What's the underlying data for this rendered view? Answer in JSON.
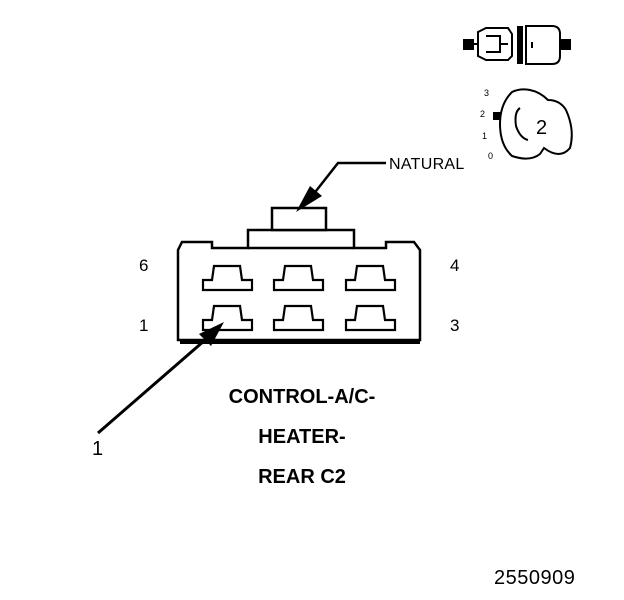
{
  "labels": {
    "natural": "NATURAL",
    "callout_1": "1",
    "figure_number": "2550909"
  },
  "pins": {
    "top_left": "6",
    "top_right": "4",
    "bottom_left": "1",
    "bottom_right": "3"
  },
  "title_lines": [
    "CONTROL-A/C-",
    "HEATER-",
    "REAR C2"
  ],
  "view_indicator": {
    "circled_number": "2",
    "scale": [
      "3",
      "2",
      "1",
      "0"
    ]
  }
}
